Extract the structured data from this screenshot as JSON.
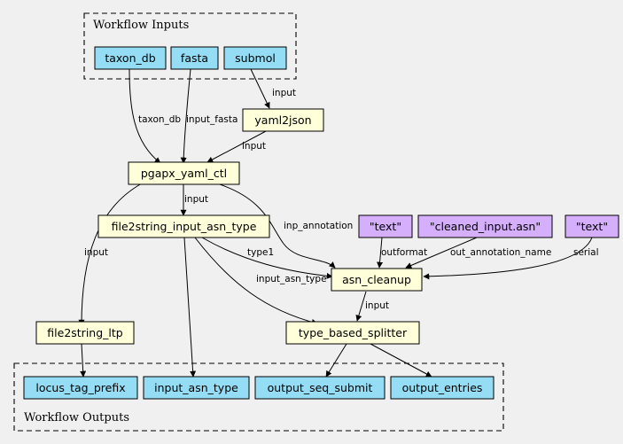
{
  "colors": {
    "input": "#94ddf4",
    "step": "#ffffd9",
    "literal": "#d5aefc",
    "background": "#f0f0f0"
  },
  "clusters": {
    "inputs_label": "Workflow Inputs",
    "outputs_label": "Workflow Outputs"
  },
  "nodes": {
    "taxon_db": "taxon_db",
    "fasta": "fasta",
    "submol": "submol",
    "yaml2json": "yaml2json",
    "pgapx_yaml_ctl": "pgapx_yaml_ctl",
    "file2string_input_asn_type": "file2string_input_asn_type",
    "text1": "\"text\"",
    "cleaned_input": "\"cleaned_input.asn\"",
    "text2": "\"text\"",
    "asn_cleanup": "asn_cleanup",
    "file2string_ltp": "file2string_ltp",
    "type_based_splitter": "type_based_splitter",
    "locus_tag_prefix": "locus_tag_prefix",
    "input_asn_type": "input_asn_type",
    "output_seq_submit": "output_seq_submit",
    "output_entries": "output_entries"
  },
  "edges": {
    "taxon_db": "taxon_db",
    "input_fasta": "input_fasta",
    "submol_input": "input",
    "yaml_input": "input",
    "ctl_input": "input",
    "inp_annotation": "inp_annotation",
    "ltp_input": "input",
    "type1": "type1",
    "input_asn_type": "input_asn_type",
    "outformat": "outformat",
    "out_annotation_name": "out_annotation_name",
    "serial": "serial",
    "cleanup_input": "input"
  }
}
